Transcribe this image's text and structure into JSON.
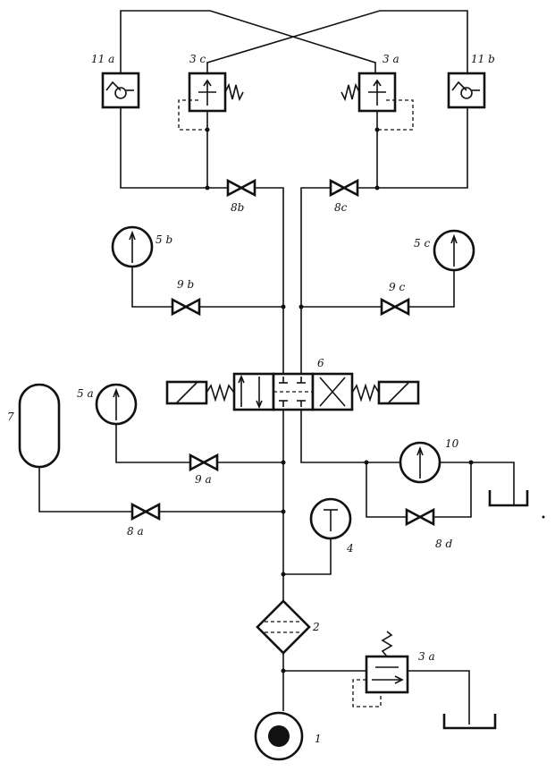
{
  "labels": {
    "valve_11a": "11 a",
    "valve_11b": "11 b",
    "relief_3c": "3 c",
    "relief_3a_top": "3 a",
    "valve_8b": "8b",
    "valve_8c": "8c",
    "gauge_5b": "5 b",
    "gauge_5c": "5 c",
    "valve_9b": "9 b",
    "valve_9c": "9 c",
    "directional_valve_6": "6",
    "accumulator_7": "7",
    "gauge_5a": "5 a",
    "valve_9a": "9 a",
    "flowmeter_10": "10",
    "valve_8a": "8 a",
    "valve_8d": "8 d",
    "gauge_4": "4",
    "filter_2": "2",
    "relief_3a_bottom": "3 a",
    "pump_1": "1"
  }
}
